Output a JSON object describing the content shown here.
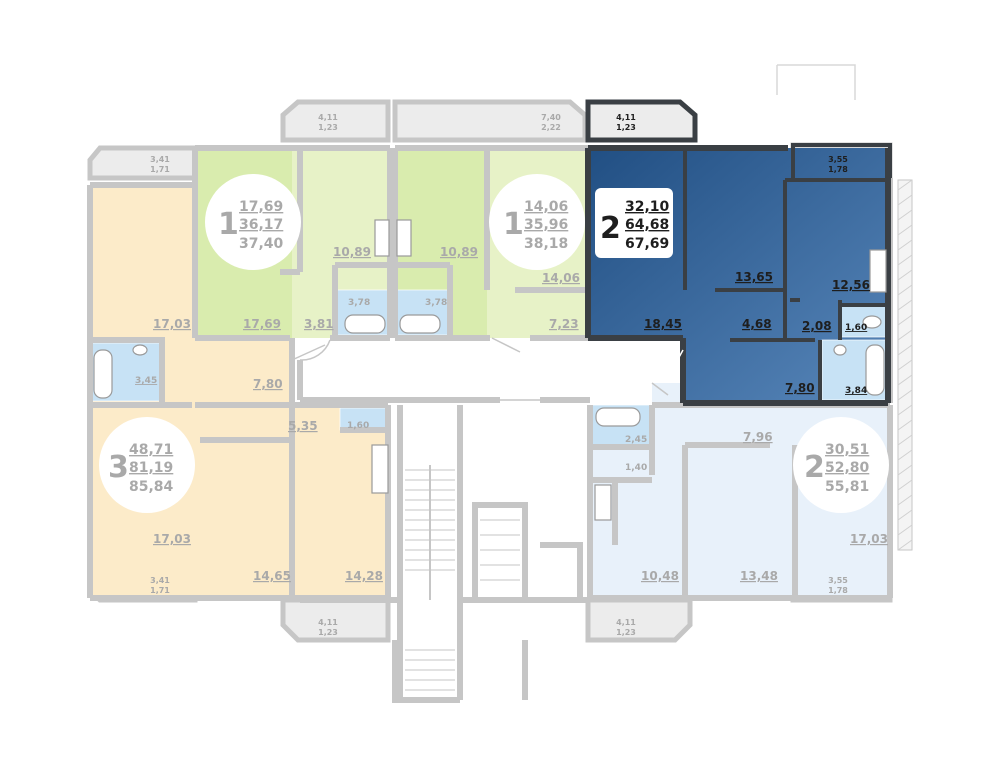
{
  "colors": {
    "wall": "#c6c6c6",
    "wall_selected": "#3a3f44",
    "green": "#e7f2c7",
    "green_dark": "#d9ecae",
    "orange": "#fcebc9",
    "blue_selected": "#2c5f95",
    "blue_light": "#e8f1fa",
    "bath_tile": "#c7e2f5",
    "label_gray": "#a9a9a9",
    "label_dark": "#1e1e1e"
  },
  "apartments": {
    "apt1_left": {
      "rooms": "1",
      "living": "17,69",
      "total": "36,17",
      "total_balcony": "37,40"
    },
    "apt1_right": {
      "rooms": "1",
      "living": "14,06",
      "total": "35,96",
      "total_balcony": "38,18"
    },
    "apt2_selected": {
      "rooms": "2",
      "living": "32,10",
      "total": "64,68",
      "total_balcony": "67,69"
    },
    "apt3": {
      "rooms": "3",
      "living": "48,71",
      "total": "81,19",
      "total_balcony": "85,84"
    },
    "apt2_bottom": {
      "rooms": "2",
      "living": "30,51",
      "total": "52,80",
      "total_balcony": "55,81"
    }
  },
  "rooms": {
    "r_17_03_top": "17,03",
    "r_17_69": "17,69",
    "r_3_81": "3,81",
    "r_10_89_a": "10,89",
    "r_10_89_b": "10,89",
    "r_14_06": "14,06",
    "r_7_23": "7,23",
    "r_3_78_a": "3,78",
    "r_3_78_b": "3,78",
    "r_18_45": "18,45",
    "r_13_65": "13,65",
    "r_4_68": "4,68",
    "r_12_56": "12,56",
    "r_2_08": "2,08",
    "r_1_60_sel": "1,60",
    "r_3_84": "3,84",
    "r_7_80_sel": "7,80",
    "r_3_45": "3,45",
    "r_7_80_left": "7,80",
    "r_5_35": "5,35",
    "r_1_60_left": "1,60",
    "r_17_03_bottom": "17,03",
    "r_14_65": "14,65",
    "r_14_28": "14,28",
    "r_2_45": "2,45",
    "r_1_40": "1,40",
    "r_7_96": "7,96",
    "r_10_48": "10,48",
    "r_13_48": "13,48",
    "r_17_03_right": "17,03"
  },
  "balconies": {
    "b_top_left": {
      "area": "3,41",
      "reduced": "1,71"
    },
    "b_top_2": {
      "area": "4,11",
      "reduced": "1,23"
    },
    "b_top_3": {
      "area": "7,40",
      "reduced": "2,22"
    },
    "b_top_sel": {
      "area": "4,11",
      "reduced": "1,23"
    },
    "b_top_right": {
      "area": "3,55",
      "reduced": "1,78"
    },
    "b_bot_left": {
      "area": "3,41",
      "reduced": "1,71"
    },
    "b_bot_2": {
      "area": "4,11",
      "reduced": "1,23"
    },
    "b_bot_3": {
      "area": "4,11",
      "reduced": "1,23"
    },
    "b_bot_right": {
      "area": "3,55",
      "reduced": "1,78"
    }
  }
}
